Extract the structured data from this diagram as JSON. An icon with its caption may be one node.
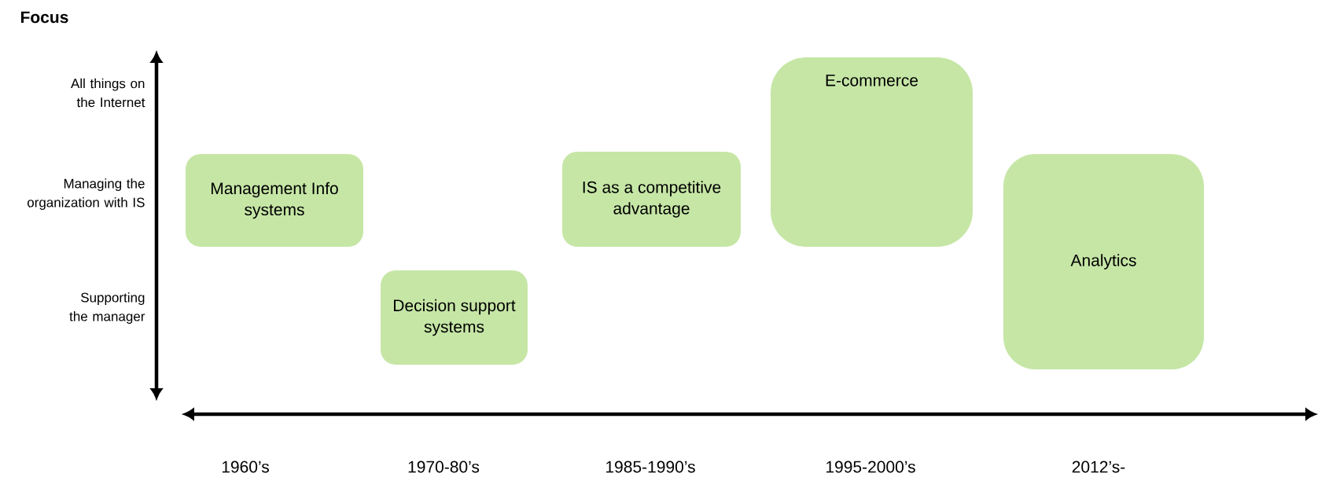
{
  "diagram": {
    "nodes": [
      {
        "text": [
          "Management Info systems"
        ]
      },
      {
        "text": [
          "Decision support systems"
        ]
      },
      {
        "text": [
          "IS as a competitive advantage"
        ]
      },
      {
        "text": [
          "E-commerce"
        ]
      },
      {
        "text": [
          "Analytics"
        ]
      }
    ],
    "labels": [
      "Focus",
      "All things on the Internet",
      "Managing the organization with IS",
      "Supporting the manager",
      "1960’s",
      "1970-80’s",
      "1985-1990’s",
      "1995-2000’s",
      "2012’s-"
    ]
  }
}
